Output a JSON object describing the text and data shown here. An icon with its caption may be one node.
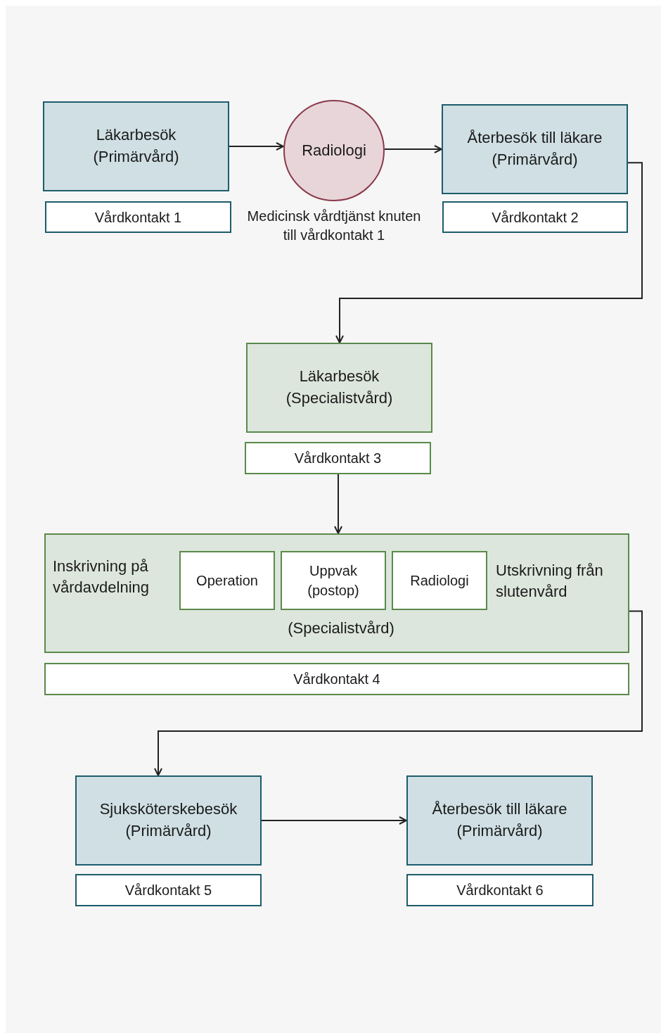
{
  "diagram": {
    "nodes": [
      {
        "text": [
          "Läkarbesök (Primärvård)"
        ]
      },
      {
        "text": [
          "Vårdkontakt 1"
        ]
      },
      {
        "text": [
          "Radiologi"
        ],
        "beside": [
          "Medicinsk vårdtjänst knuten till vårdkontakt 1"
        ]
      },
      {
        "text": [
          "Återbesök till läkare (Primärvård)"
        ]
      },
      {
        "text": [
          "Vårdkontakt 2"
        ]
      },
      {
        "text": [
          "Läkarbesök (Specialistvård)"
        ]
      },
      {
        "text": [
          "Vårdkontakt 3"
        ]
      },
      {
        "text": [
          "Inskrivning på vårdavdelning",
          "Utskrivning från slutenvård",
          "(Specialistvård)"
        ]
      },
      {
        "text": [
          "Operation"
        ],
        "in": 7
      },
      {
        "text": [
          "Uppvak (postop)"
        ],
        "in": 7
      },
      {
        "text": [
          "Radiologi"
        ],
        "in": 7
      },
      {
        "text": [
          "Vårdkontakt 4"
        ]
      },
      {
        "text": [
          "Sjuksköterskebesök (Primärvård)"
        ]
      },
      {
        "text": [
          "Vårdkontakt 5"
        ]
      },
      {
        "text": [
          "Återbesök till läkare (Primärvård)"
        ]
      },
      {
        "text": [
          "Vårdkontakt 6"
        ]
      }
    ],
    "edges": [
      {
        "from": 0,
        "to": 2,
        "arrow": "to"
      },
      {
        "from": 2,
        "to": 3,
        "arrow": "to"
      },
      {
        "from": 3,
        "to": 5,
        "arrow": "to"
      },
      {
        "from": 6,
        "to": 7,
        "arrow": "to"
      },
      {
        "from": 7,
        "to": 12,
        "arrow": "to"
      },
      {
        "from": 12,
        "to": 14,
        "arrow": "to"
      }
    ]
  }
}
